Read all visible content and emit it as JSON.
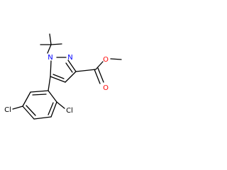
{
  "molecule": {
    "atoms": {
      "N1": "N",
      "N2": "N",
      "O_carbonyl": "O",
      "O_ester": "O",
      "Cl_ortho": "Cl",
      "Cl_para": "Cl"
    }
  },
  "colors": {
    "bond": "#000000",
    "nitrogen": "#0000ff",
    "oxygen": "#ff0000",
    "chlorine": "#000000",
    "background": "#ffffff"
  }
}
